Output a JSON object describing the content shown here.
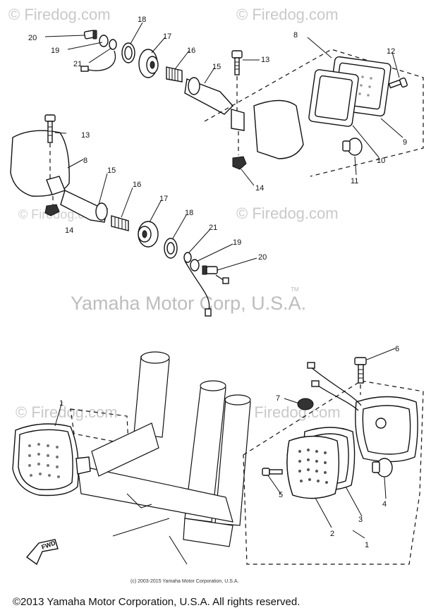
{
  "watermarks": {
    "firedog": "© Firedog.com",
    "center": "Yamaha Motor Corp, U.S.A.",
    "tm": "TM"
  },
  "direction_label": "FWD",
  "callouts": {
    "c20a": "20",
    "c19a": "19",
    "c21a": "21",
    "c18a": "18",
    "c17a": "17",
    "c16a": "16",
    "c15a": "15",
    "c13a": "13",
    "c8a": "8",
    "c12": "12",
    "c9": "9",
    "c10": "10",
    "c11": "11",
    "c14a": "14",
    "c13b": "13",
    "c8b": "8",
    "c15b": "15",
    "c16b": "16",
    "c17b": "17",
    "c18b": "18",
    "c21b": "21",
    "c19b": "19",
    "c20b": "20",
    "c14b": "14",
    "c1a": "1",
    "c6": "6",
    "c7": "7",
    "c5": "5",
    "c2": "2",
    "c3": "3",
    "c4": "4",
    "c1b": "1"
  },
  "copyright_small": "(c) 2003-2015 Yamaha Motor Corporation, U.S.A.",
  "copyright_footer": "©2013 Yamaha Motor Corporation, U.S.A. All rights reserved."
}
